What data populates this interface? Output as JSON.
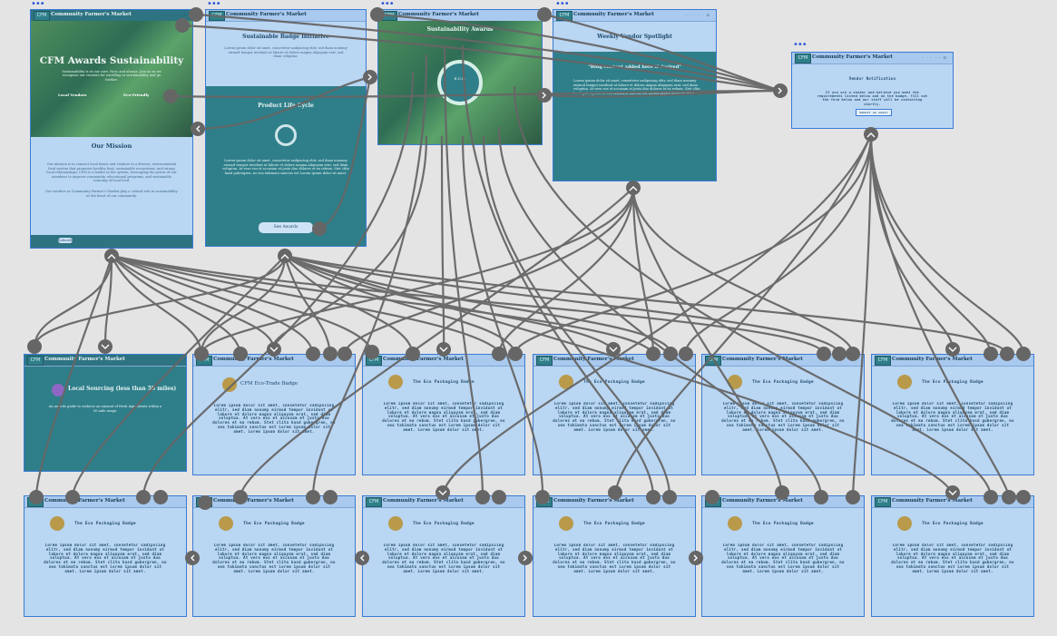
{
  "brand": "Community Farmer's Market",
  "nav": "· ·  · ·  ·  ⊡",
  "logo": "CFM",
  "home": {
    "hero_title": "CFM Awards Sustainability",
    "hero_sub": "Sustainability is at our core. Now, and always. Join us as we recognize our vendors for excelling at sustainability and go further.",
    "stat1_label": "Local Vendors",
    "stat2_label": "Eco-Friendly",
    "mission_title": "Our Mission",
    "mission_p1": "Our mission is to connect local farms and vendors to a diverse, environmental food system that promotes healthy food, sustainable ecosystems, and strong local relationships. CFM is a leader in the system, leveraging the power of our members to improve community, educational programs, and sustainable sourcing of local food.",
    "mission_p2": "Our vendors at Community Farmer's Market play a critical role in sustainability at the heart of our community.",
    "footer_btn": "Subscribe"
  },
  "badge_init": {
    "title": "Sustainable Badge Initiative",
    "intro": "Lorem ipsum dolor sit amet, consetetur sadipscing elitr, sed diam nonumy eirmod tempor invidunt ut labore et dolore magna aliquyam erat, sed diam voluptua.",
    "cycle_title": "Product Life Cycle",
    "body": "Lorem ipsum dolor sit amet, consetetur sadipscing elitr, sed diam nonumy eirmod tempor invidunt ut labore et dolore magna aliquyam erat, sed diam voluptua. At vero eos et accusam et justo duo dolores et ea rebum. Stet clita kasd gubergren, no sea takimata sanctus est Lorem ipsum dolor sit amet.",
    "button": "See Awards"
  },
  "awards": {
    "title": "Sustainability Awards",
    "center": "E.C.O."
  },
  "vendor": {
    "title": "Weekly Vendor Spotlight",
    "quote": "\"Blog content added here if desired\"",
    "body": "Lorem ipsum dolor sit amet, consetetur sadipscing elitr, sed diam nonumy eirmod tempor invidunt ut labore et dolore magna aliquyam erat, sed diam voluptua. At vero eos et accusam et justo duo dolores et ea rebum. Stet clita kasd gubergren, no sea takimata sanctus est Lorem ipsum dolor sit amet."
  },
  "notify": {
    "title": "Vendor Notification",
    "body": "If you are a vendor and believe you meet the requirements listed below and on the badge, fill out the form below and our staff will be contacting shortly.",
    "button": "Submit an email"
  },
  "local": {
    "title": "Local Sourcing (less than 50 miles)",
    "body": "An awards guide to endorse an amount of fresh ingredients within a 50 mile range."
  },
  "cfm_badge_title": "CFM Eco-Trade Badge",
  "eco_title": "The Eco Packaging Badge",
  "eco_body": "Lorem ipsum dolor sit amet, consetetur sadipscing elitr, sed diam nonumy eirmod tempor invidunt ut labore et dolore magna aliquyam erat, sed diam voluptua. At vero eos et accusam et justo duo dolores et ea rebum. Stet clita kasd gubergren, no sea takimata sanctus est Lorem ipsum dolor sit amet. Lorem ipsum dolor sit amet."
}
